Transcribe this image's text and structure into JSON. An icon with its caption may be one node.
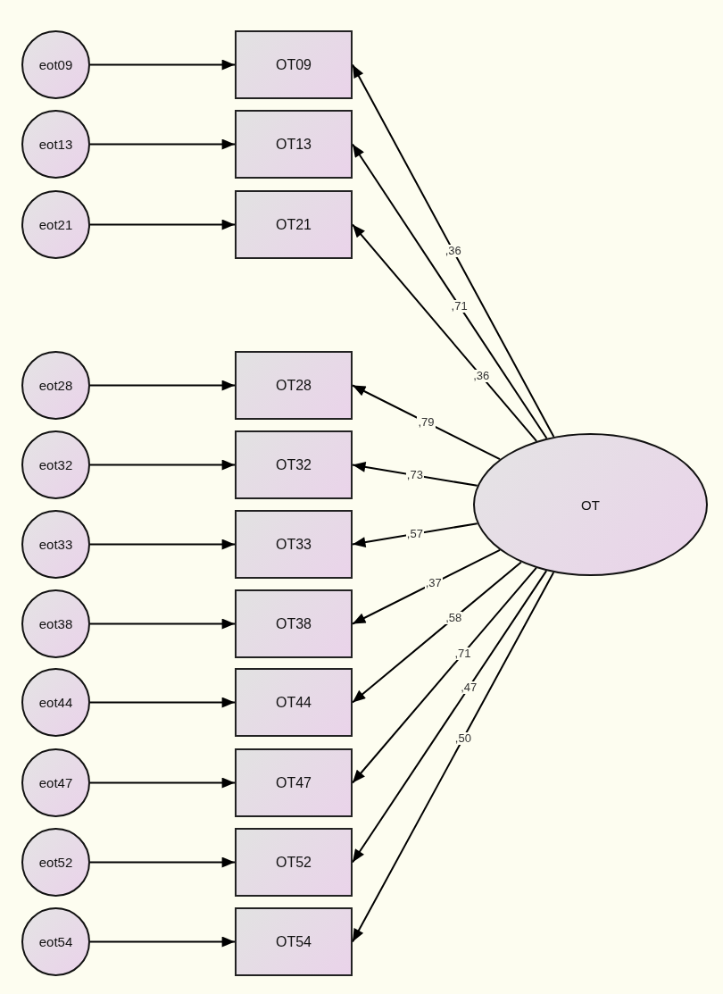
{
  "diagram": {
    "nodes": [
      {
        "text": [
          "eot09"
        ]
      },
      {
        "text": [
          "OT09"
        ]
      },
      {
        "text": [
          "eot13"
        ]
      },
      {
        "text": [
          "OT13"
        ]
      },
      {
        "text": [
          "eot21"
        ]
      },
      {
        "text": [
          "OT21"
        ]
      },
      {
        "text": [
          "eot28"
        ]
      },
      {
        "text": [
          "OT28"
        ]
      },
      {
        "text": [
          "eot32"
        ]
      },
      {
        "text": [
          "OT32"
        ]
      },
      {
        "text": [
          "eot33"
        ]
      },
      {
        "text": [
          "OT33"
        ]
      },
      {
        "text": [
          "eot38"
        ]
      },
      {
        "text": [
          "OT38"
        ]
      },
      {
        "text": [
          "eot44"
        ]
      },
      {
        "text": [
          "OT44"
        ]
      },
      {
        "text": [
          "eot47"
        ]
      },
      {
        "text": [
          "OT47"
        ]
      },
      {
        "text": [
          "eot52"
        ]
      },
      {
        "text": [
          "OT52"
        ]
      },
      {
        "text": [
          "eot54"
        ]
      },
      {
        "text": [
          "OT54"
        ]
      },
      {
        "text": [
          "OT"
        ]
      }
    ],
    "edges": [
      {
        "from": 0,
        "to": 1,
        "arrow": "to"
      },
      {
        "from": 2,
        "to": 3,
        "arrow": "to"
      },
      {
        "from": 4,
        "to": 5,
        "arrow": "to"
      },
      {
        "from": 6,
        "to": 7,
        "arrow": "to"
      },
      {
        "from": 8,
        "to": 9,
        "arrow": "to"
      },
      {
        "from": 10,
        "to": 11,
        "arrow": "to"
      },
      {
        "from": 12,
        "to": 13,
        "arrow": "to"
      },
      {
        "from": 14,
        "to": 15,
        "arrow": "to"
      },
      {
        "from": 16,
        "to": 17,
        "arrow": "to"
      },
      {
        "from": 18,
        "to": 19,
        "arrow": "to"
      },
      {
        "from": 20,
        "to": 21,
        "arrow": "to"
      },
      {
        "from": 22,
        "to": 1,
        "arrow": "to",
        "label": ",36"
      },
      {
        "from": 22,
        "to": 3,
        "arrow": "to",
        "label": ",71"
      },
      {
        "from": 22,
        "to": 5,
        "arrow": "to",
        "label": ",36"
      },
      {
        "from": 22,
        "to": 7,
        "arrow": "to",
        "label": ",79"
      },
      {
        "from": 22,
        "to": 9,
        "arrow": "to",
        "label": ",73"
      },
      {
        "from": 22,
        "to": 11,
        "arrow": "to",
        "label": ",57"
      },
      {
        "from": 22,
        "to": 13,
        "arrow": "to",
        "label": ",37"
      },
      {
        "from": 22,
        "to": 15,
        "arrow": "to",
        "label": ",58"
      },
      {
        "from": 22,
        "to": 17,
        "arrow": "to",
        "label": ",71"
      },
      {
        "from": 22,
        "to": 19,
        "arrow": "to",
        "label": ",47"
      },
      {
        "from": 22,
        "to": 21,
        "arrow": "to",
        "label": ",50"
      }
    ]
  }
}
